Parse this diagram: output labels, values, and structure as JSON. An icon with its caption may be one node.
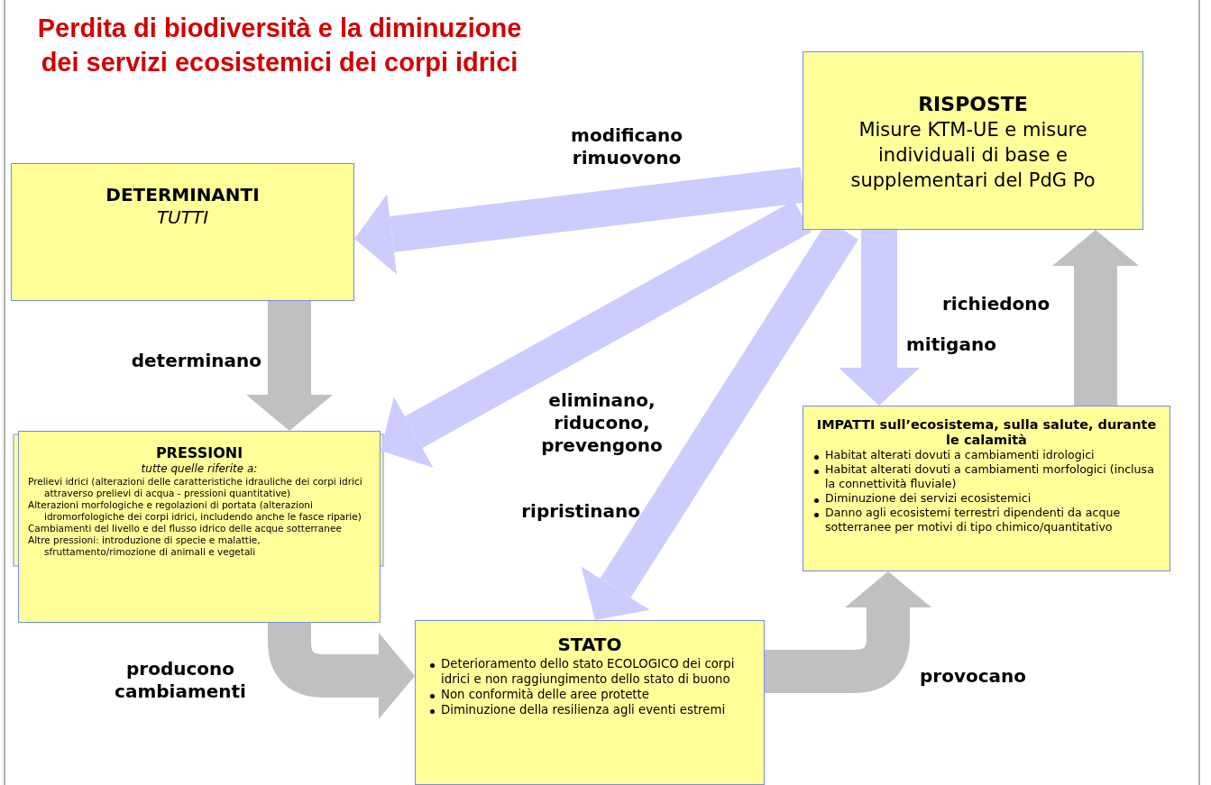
{
  "diagram": {
    "title": "Perdita di biodiversità e la diminuzione dei servizi ecosistemici dei corpi idrici",
    "nodes": [
      {
        "text": [
          "DETERMINANTI",
          "TUTTI"
        ]
      },
      {
        "text": [
          "RISPOSTE",
          "Misure KTM-UE e misure individuali di base e supplementari del PdG Po"
        ]
      },
      {
        "text": [
          "PRESSIONI",
          "tutte quelle riferite a:",
          "Prelievi idrici (alterazioni delle caratteristiche idrauliche dei corpi idrici attraverso prelievi di acqua - pressioni quantitative)",
          "Alterazioni morfologiche e regolazioni di portata (alterazioni idromorfologiche dei corpi idrici, includendo anche le fasce riparie)",
          "Cambiamenti del livello e del flusso idrico delle acque sotterranee",
          "Altre pressioni: introduzione di specie e malattie, sfruttamento/rimozione di animali e vegetali"
        ]
      },
      {
        "text": [
          "STATO",
          "Deterioramento dello stato ECOLOGICO dei corpi idrici e non raggiungimento dello stato di buono",
          "Non conformità delle aree protette",
          "Diminuzione della resilienza agli eventi estremi"
        ]
      },
      {
        "text": [
          "IMPATTI sull’ecosistema, sulla salute, durante le calamità",
          "Habitat alterati dovuti a cambiamenti idrologici",
          "Habitat alterati dovuti a cambiamenti morfologici (inclusa la connettività fluviale)",
          "Diminuzione dei servizi ecosistemici",
          "Danno agli ecosistemi terrestri dipendenti da acque sotterranee per motivi di tipo chimico/quantitativo"
        ]
      }
    ],
    "edges": [
      {
        "from": 0,
        "to": 2,
        "arrow": "to",
        "label": "determinano",
        "color": "#c0c0c0"
      },
      {
        "from": 2,
        "to": 3,
        "arrow": "to",
        "label": "producono cambiamenti",
        "color": "#c0c0c0"
      },
      {
        "from": 3,
        "to": 4,
        "arrow": "to",
        "label": "provocano",
        "color": "#c0c0c0"
      },
      {
        "from": 4,
        "to": 1,
        "arrow": "to",
        "label": "richiedono",
        "color": "#c0c0c0"
      },
      {
        "from": 1,
        "to": 0,
        "arrow": "to",
        "label": "modificano rimuovono"
      },
      {
        "from": 1,
        "to": 2,
        "arrow": "to",
        "label": "eliminano, riducono, prevengono"
      },
      {
        "from": 1,
        "to": 3,
        "arrow": "to",
        "label": "ripristinano"
      },
      {
        "from": 1,
        "to": 4,
        "arrow": "to",
        "label": "mitigano"
      }
    ]
  }
}
